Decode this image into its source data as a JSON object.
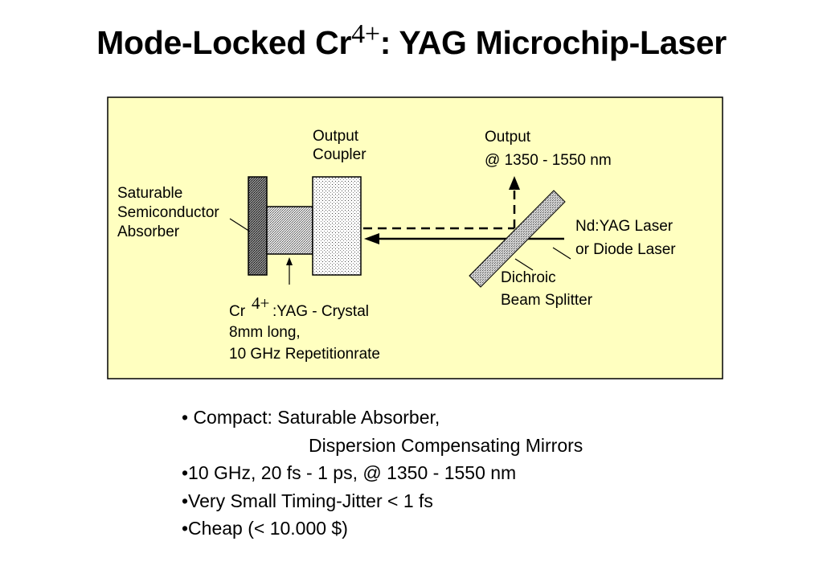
{
  "title": {
    "main": "Mode-Locked Cr",
    "superscript": "4+",
    "rest": ": YAG Microchip-Laser"
  },
  "diagram": {
    "colors": {
      "panel_fill": "#ffffc0",
      "panel_stroke": "#000000"
    },
    "labels": {
      "output_coupler_line1": "Output",
      "output_coupler_line2": "Coupler",
      "output_line1": "Output",
      "output_line2": "@ 1350 - 1550 nm",
      "absorber_line1": "Saturable",
      "absorber_line2": "Semiconductor",
      "absorber_line3": "Absorber",
      "pump_line1": "Nd:YAG Laser",
      "pump_line2": "or Diode Laser",
      "splitter_line1": "Dichroic",
      "splitter_line2": "Beam Splitter",
      "crystal_prefix": "Cr",
      "crystal_superscript": "4+",
      "crystal_suffix": ":YAG - Crystal",
      "crystal_line2": "8mm long,",
      "crystal_line3": "10 GHz Repetitionrate"
    }
  },
  "bullets": [
    "• Compact: Saturable Absorber,",
    "Dispersion Compensating Mirrors",
    "•10 GHz, 20 fs - 1 ps, @ 1350 - 1550 nm",
    "•Very Small Timing-Jitter < 1 fs",
    "•Cheap (< 10.000 $)"
  ]
}
